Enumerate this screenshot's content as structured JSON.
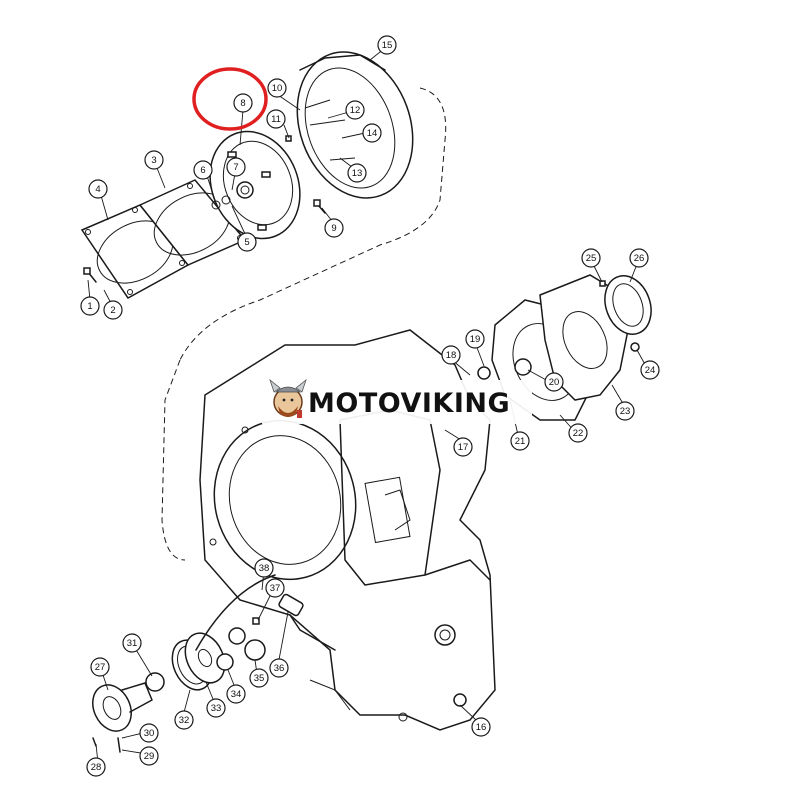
{
  "watermark": {
    "brand_text": "MOTOVIKING"
  },
  "highlight_color": "#e02020",
  "highlighted_part": "8",
  "callouts": [
    "1",
    "2",
    "3",
    "4",
    "5",
    "6",
    "7",
    "8",
    "9",
    "10",
    "11",
    "12",
    "13",
    "14",
    "15",
    "16",
    "17",
    "18",
    "19",
    "20",
    "21",
    "22",
    "23",
    "24",
    "25",
    "26",
    "27",
    "28",
    "29",
    "30",
    "31",
    "32",
    "33",
    "34",
    "35",
    "36",
    "37",
    "38"
  ]
}
